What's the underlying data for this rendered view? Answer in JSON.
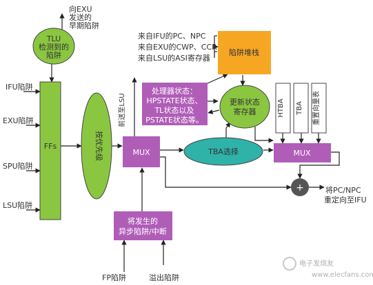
{
  "nodes": {
    "tlu_lines": [
      "TLU",
      "检测到的",
      "陷阱"
    ],
    "exu_early_lines": [
      "向EXU",
      "发送的",
      "早期陷阱"
    ],
    "trap_inputs": [
      "IFU陷阱",
      "EXU陷阱",
      "SPU陷阱",
      "LSU陷阱"
    ],
    "ffs": "FFs",
    "priority": "按优先级",
    "mux_left": "MUX",
    "mux_right": "MUX",
    "to_lsu": "前送至LSU",
    "sources": [
      "来自IFU的PC、NPC",
      "来自EXU的CWP、CCR",
      "来自LSU的ASI寄存器"
    ],
    "trap_stack": "陷阱堆栈",
    "proc_state_lines": [
      "处理器状态：",
      "HPSTATE状态、",
      "TL状态以及",
      "PSTATE状态等。"
    ],
    "update_state_lines": [
      "更新状态",
      "寄存器"
    ],
    "tba_select": "TBA选择",
    "htba": "HTBA",
    "tba": "TBA",
    "reset_vector": "重置向量表",
    "adder": "+",
    "output_lines": [
      "将PC/NPC",
      "重定向至IFU"
    ],
    "async_lines": [
      "将发生的",
      "异步陷阱/中断"
    ],
    "fp_trap": "FP陷阱",
    "overflow_trap": "溢出陷阱",
    "watermark_lines": [
      "电子发烧友",
      "www.elecfans.com"
    ]
  },
  "colors": {
    "green": "#8bc641",
    "purple": "#b05db8",
    "teal": "#2fb2a8",
    "orange": "#f6a623",
    "grey": "#555555",
    "line": "#222222"
  }
}
